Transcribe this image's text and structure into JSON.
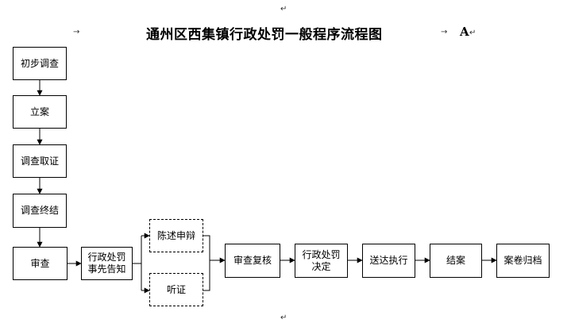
{
  "header": {
    "title": "通州区西集镇行政处罚一般程序流程图",
    "version_mark": "A",
    "arrow_mark": "→",
    "return_mark": "↵"
  },
  "flow": {
    "initial_investigation": "初步调查",
    "case_filing": "立案",
    "evidence_collection": "调查取证",
    "investigation_conclusion": "调查终结",
    "review": "审查",
    "prior_notice": "行政处罚\n事先告知",
    "statement_defense": "陈述申辩",
    "hearing": "听证",
    "review_recheck": "审查复核",
    "penalty_decision": "行政处罚\n决定",
    "delivery_execution": "送达执行",
    "case_closure": "结案",
    "archiving": "案卷归档"
  }
}
